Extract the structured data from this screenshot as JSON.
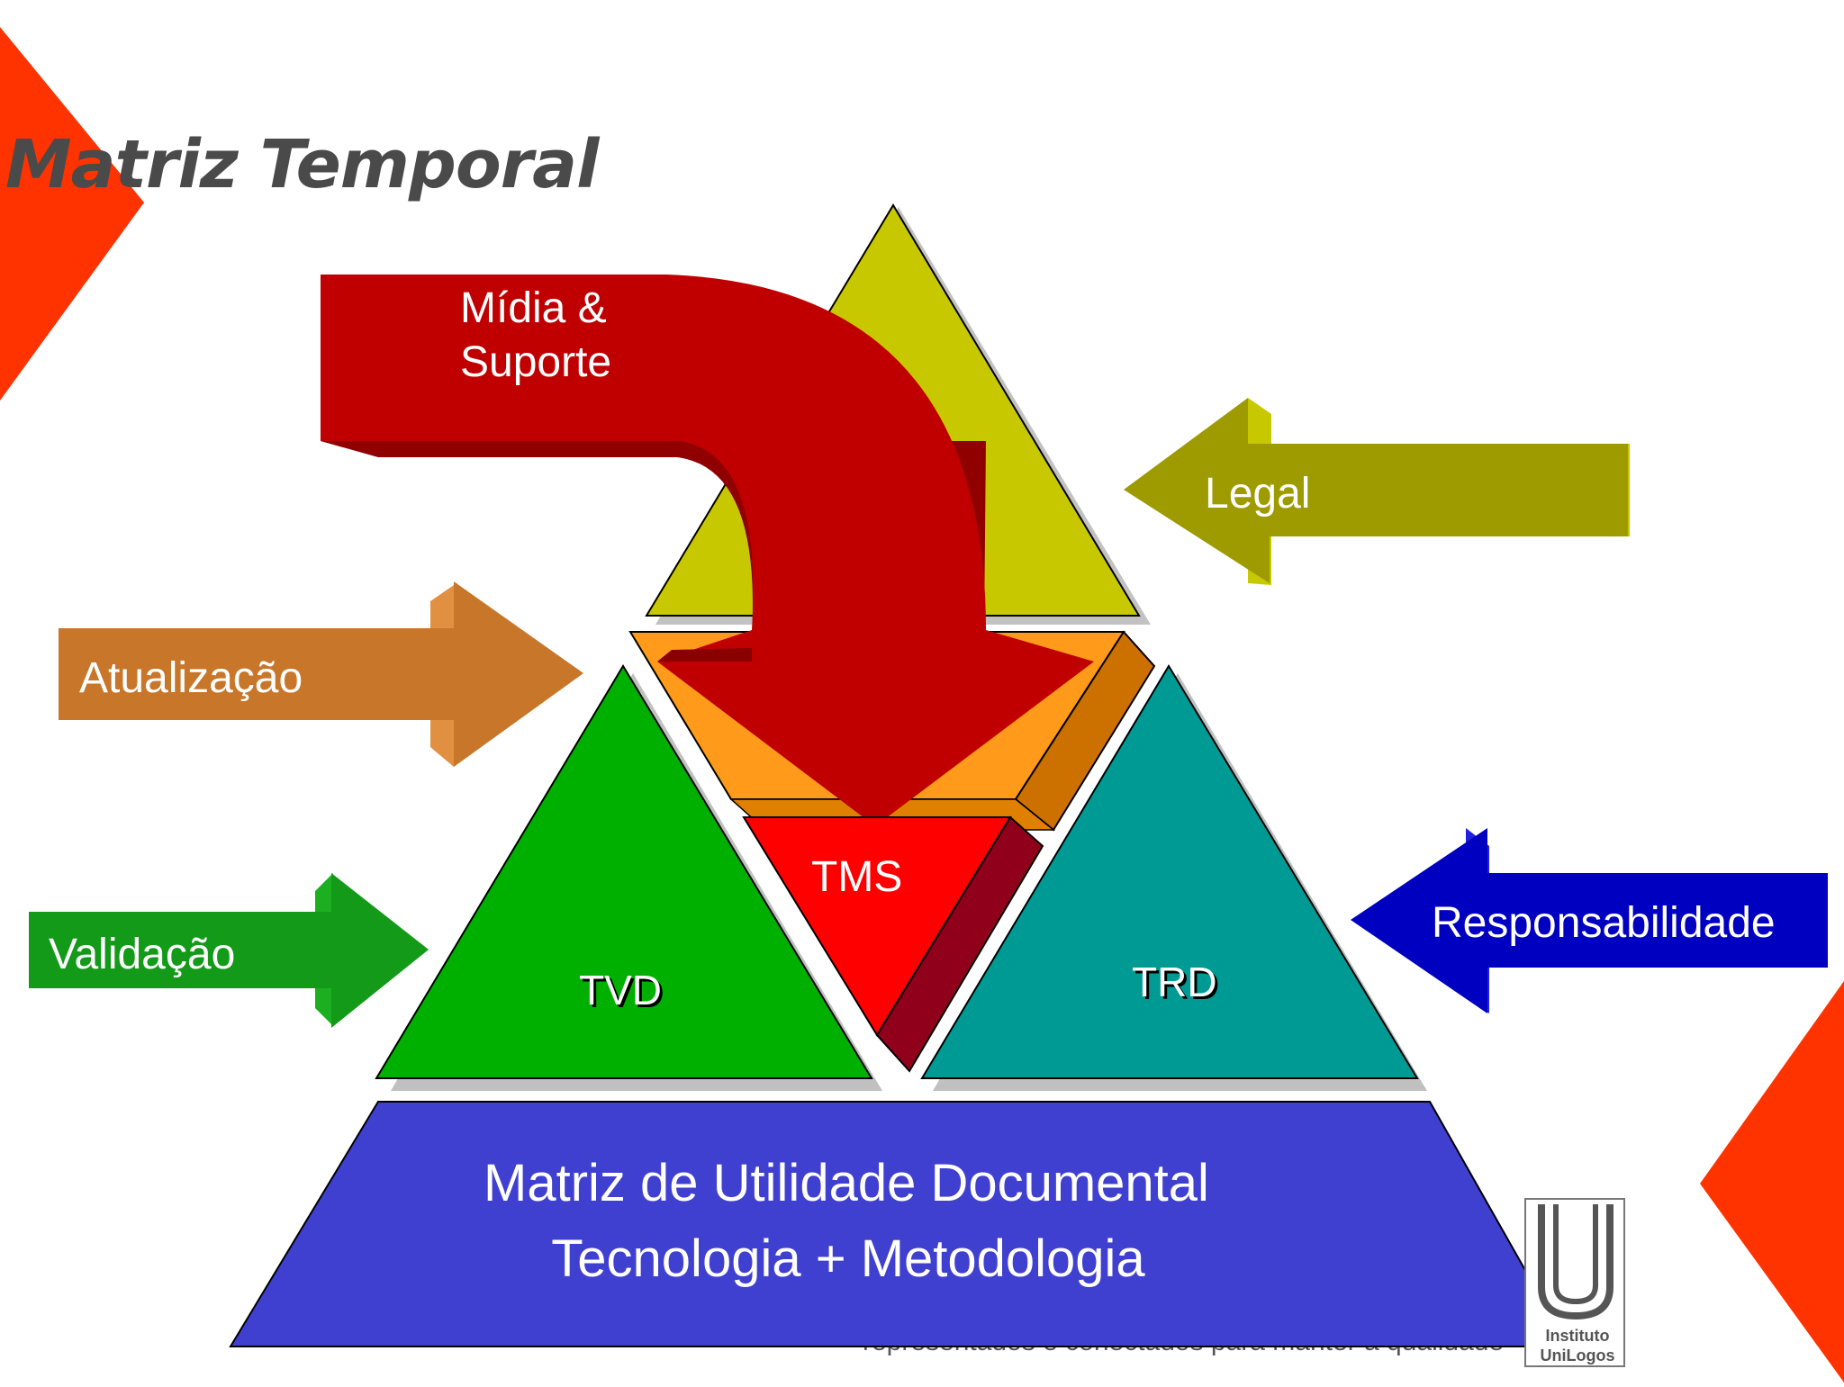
{
  "title": "Matriz Temporal",
  "colors": {
    "accent_orange_red": "#ff3300",
    "legal": "#9e9b00",
    "legal_triangle": "#c8c800",
    "media_arrow": "#c00000",
    "update_arrow": "#c8762a",
    "validation_arrow": "#139a19",
    "responsibility_arrow": "#0000c0",
    "tvd": "#00b000",
    "trd": "#009a94",
    "tms": "#ff0000",
    "center_band": "#ff9a1a",
    "base": "#4040d0"
  },
  "diagram": {
    "media_label_line1": "Mídia &",
    "media_label_line2": "Suporte",
    "legal_label": "Legal",
    "update_label": "Atualização",
    "validation_label": "Validação",
    "responsibility_label": "Responsabilidade",
    "tvd_label": "TVD",
    "tms_label": "TMS",
    "trd_label": "TRD",
    "base_line1": "Matriz de Utilidade Documental",
    "base_line2": "Tecnologia + Metodologia"
  },
  "logo": {
    "line1": "Instituto",
    "line2": "UniLogos"
  },
  "footer_partial_text": "representados e conectados para manter a qualidade"
}
